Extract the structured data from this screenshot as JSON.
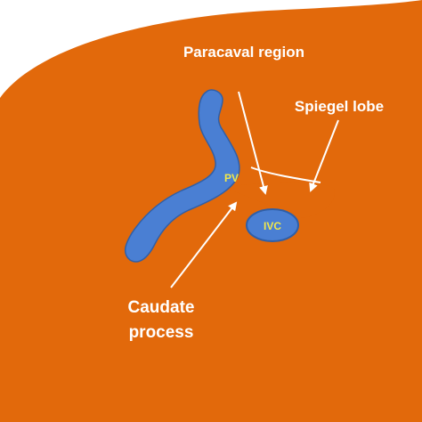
{
  "colors": {
    "liver": "#e2690b",
    "vessel": "#4a7fd3",
    "vessel_outline": "#2f5fa8",
    "arrow": "#ffffff",
    "annotation_text": "#ffffff",
    "vessel_text": "#f2e84a"
  },
  "labels": {
    "paracaval": "Paracaval region",
    "spiegel": "Spiegel lobe",
    "pv": "PV",
    "ivc": "IVC",
    "caudate_line1": "Caudate",
    "caudate_line2": "process"
  }
}
